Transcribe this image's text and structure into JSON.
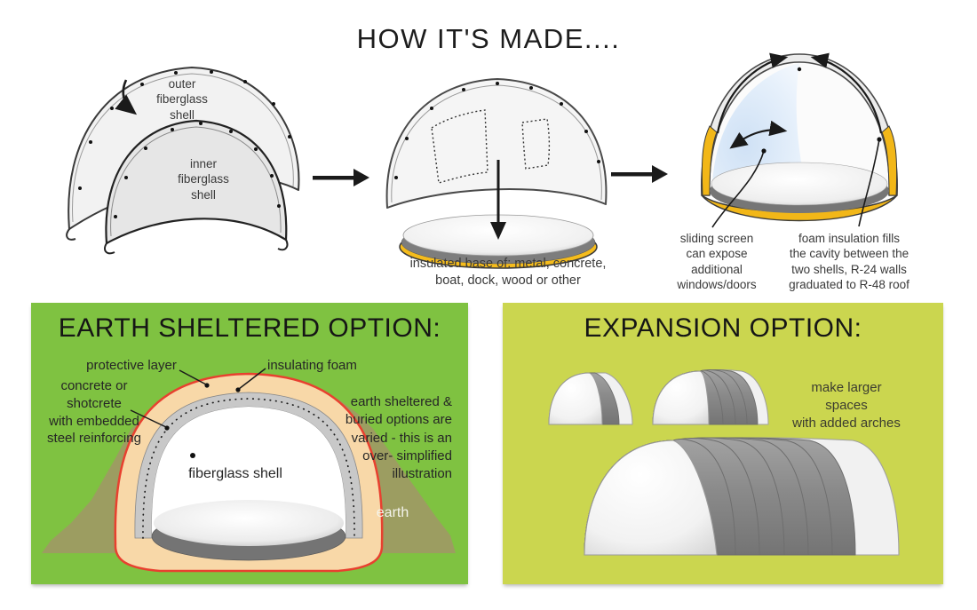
{
  "title": "HOW IT'S MADE....",
  "colors": {
    "panel_green": "#7FC241",
    "panel_yellow_green": "#CBD64F",
    "earth_olive": "#9C9D61",
    "insulating_foam_peach": "#F8D8A8",
    "protective_red": "#E8402F",
    "foam_yellow": "#F2B718",
    "screen_blue": "#CFE1F5",
    "concrete_gray": "#C8C8C8",
    "base_gray": "#7A7A7A",
    "ink": "#2A2A2A"
  },
  "assembly_step": {
    "outer_shell_label": "outer\nfiberglass\nshell",
    "inner_shell_label": "inner\nfiberglass\nshell"
  },
  "base_step": {
    "caption": "insulated base of: metal, concrete,\nboat, dock, wood or other"
  },
  "finished_step": {
    "sliding_screen_note": "sliding screen\ncan expose\nadditional\nwindows/doors",
    "foam_note": "foam insulation fills\nthe cavity between the\ntwo shells, R-24 walls\ngraduated to R-48 roof"
  },
  "earth_sheltered_panel": {
    "title": "EARTH SHELTERED OPTION:",
    "protective_layer_label": "protective layer",
    "insulating_foam_label": "insulating foam",
    "concrete_label": "concrete or\nshotcrete\nwith embedded\nsteel reinforcing",
    "fiberglass_shell_label": "fiberglass shell",
    "earth_label": "earth",
    "note": "earth sheltered &\nburied options are\nvaried - this is an\nover- simplified\nillustration"
  },
  "expansion_panel": {
    "title": "EXPANSION OPTION:",
    "caption": "make larger spaces\nwith added arches"
  }
}
